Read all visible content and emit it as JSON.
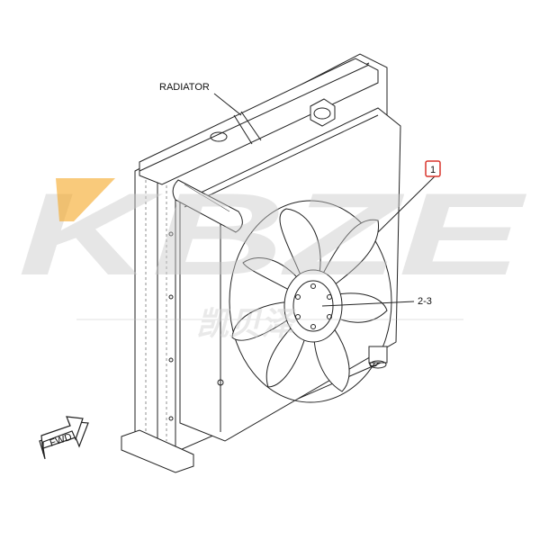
{
  "callouts": {
    "radiator": "RADIATOR",
    "item_1": "1",
    "item_2_3": "2-3",
    "fwd": "FWD"
  },
  "watermark": {
    "text": "KBZE",
    "subtitle": "凯贝泽"
  },
  "colors": {
    "line": "#222222",
    "callout_box": "#d9342b",
    "watermark": "#c8c8c8",
    "watermark_accent": "#f5a623"
  },
  "icons": {
    "fwd_arrow": "fwd-arrow-icon"
  }
}
